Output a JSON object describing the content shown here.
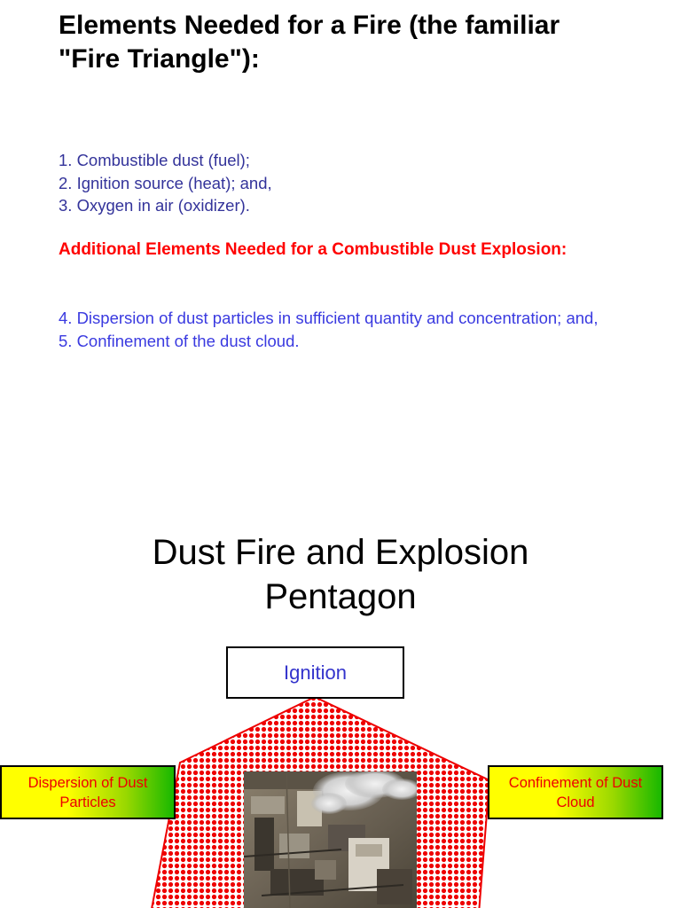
{
  "heading": "Elements Needed for a Fire (the familiar \"Fire Triangle\"):",
  "fire_elements": [
    "1. Combustible dust (fuel);",
    "2. Ignition source (heat); and,",
    "3. Oxygen in air (oxidizer)."
  ],
  "additional_heading": "Additional Elements Needed for a Combustible Dust Explosion:",
  "additional_elements": [
    "4. Dispersion of dust particles in sufficient quantity and concentration; and,",
    "5. Confinement of the dust cloud."
  ],
  "pentagon_title": "Dust Fire and Explosion Pentagon",
  "diagram": {
    "ignition_label": "Ignition",
    "dispersion_label": "Dispersion of Dust Particles",
    "confinement_label": "Confinement of Dust Cloud",
    "photo_subject": "aerial view of an explosion-damaged industrial plant with smoke"
  },
  "colors": {
    "heading": "#000000",
    "list_primary": "#33339a",
    "list_secondary": "#3a3ae0",
    "additional_heading": "#ff0000",
    "pentagon_pattern": "#ee0000",
    "box_gradient_start": "#ffff00",
    "box_gradient_end": "#18b800",
    "side_box_text": "#ee0000",
    "ignition_text": "#3333cc"
  }
}
